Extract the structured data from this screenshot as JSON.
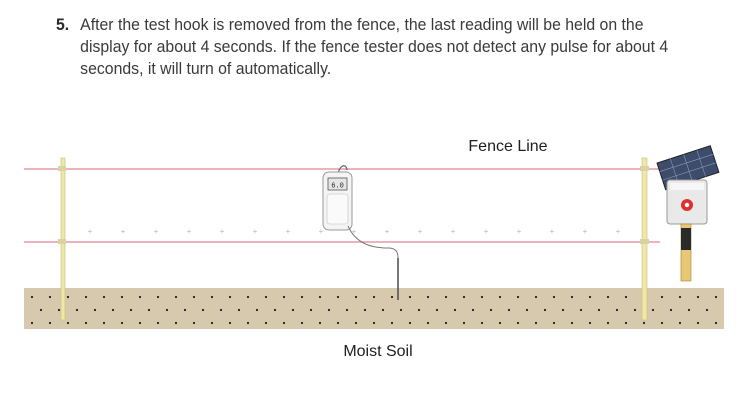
{
  "instruction": {
    "number": "5.",
    "text": "After the test hook is removed from the fence, the last reading will be held on the display for about 4 seconds. If the fence tester does not detect any pulse for about 4 seconds, it will turn of automatically."
  },
  "figure": {
    "fence_line_label": "Fence Line",
    "soil_label": "Moist Soil",
    "tester_display": "6.0"
  },
  "colors": {
    "wire": "#e79aa6",
    "soil": "#d7c9ae",
    "post": "#efe7a8",
    "tester_body": "#f4f4f4",
    "energizer_body": "#e9e9e9",
    "energizer_badge": "#e0302e"
  }
}
